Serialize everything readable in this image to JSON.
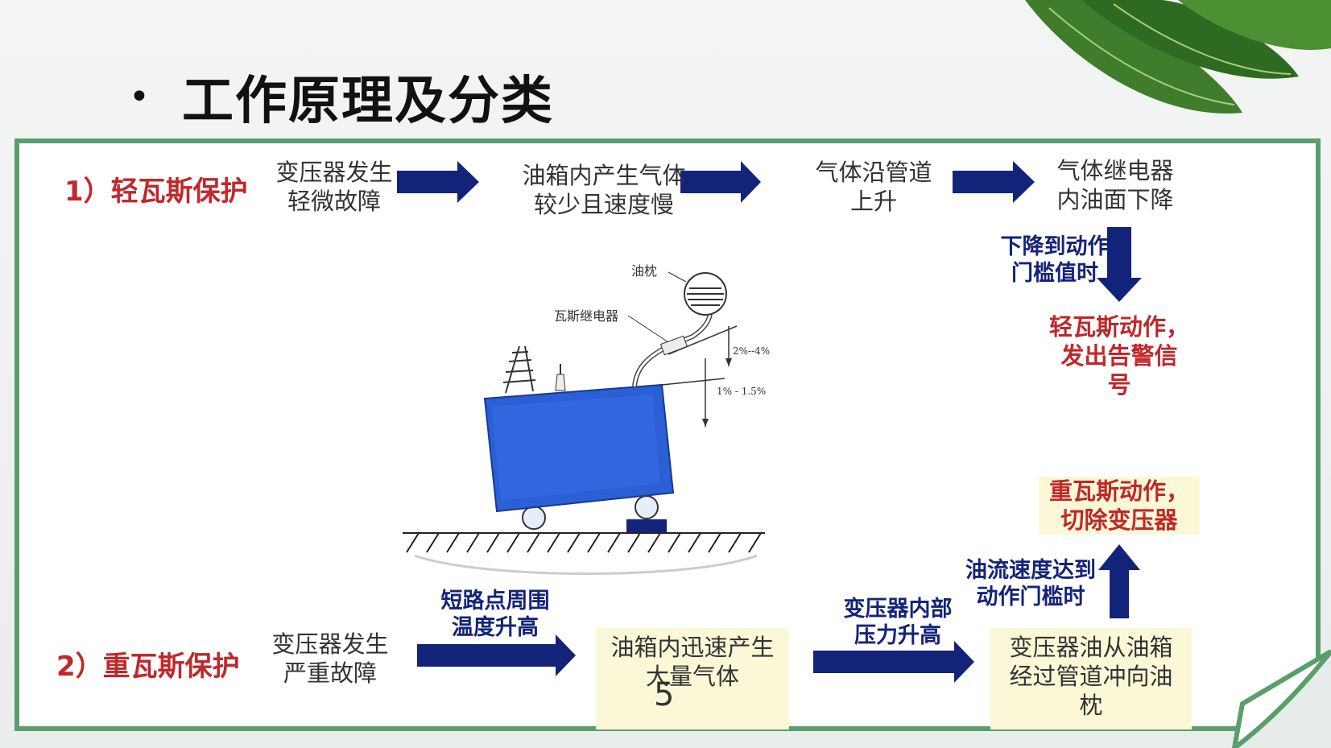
{
  "slide": {
    "bullet": "•",
    "title": "工作原理及分类",
    "page_number": "5"
  },
  "light": {
    "label": "1）轻瓦斯保护",
    "steps": [
      "变压器发生\n轻微故障",
      "油箱内产生气体\n较少且速度慢",
      "气体沿管道\n上升",
      "气体继电器\n内油面下降"
    ],
    "condition": "下降到动作\n门槛值时",
    "result": "轻瓦斯动作，\n发出告警信\n号"
  },
  "heavy": {
    "label": "2）重瓦斯保护",
    "steps": [
      "变压器发生\n严重故障",
      "油箱内迅速产生\n大量气体",
      "变压器油从油箱\n经过管道冲向油\n枕"
    ],
    "arrow_labels": [
      "短路点周围\n温度升高",
      "变压器内部\n压力升高"
    ],
    "condition": "油流速度达到\n动作门槛时",
    "result": "重瓦斯动作，\n切除变压器"
  },
  "figure": {
    "label_conservator": "油枕",
    "label_relay": "瓦斯继电器",
    "label_slope1": "2%--4%",
    "label_slope2": "1% - 1.5%"
  },
  "colors": {
    "frame": "#5a9e6e",
    "arrow": "#14237a",
    "red": "#c0282b",
    "transformer": "#2b5fd6"
  }
}
